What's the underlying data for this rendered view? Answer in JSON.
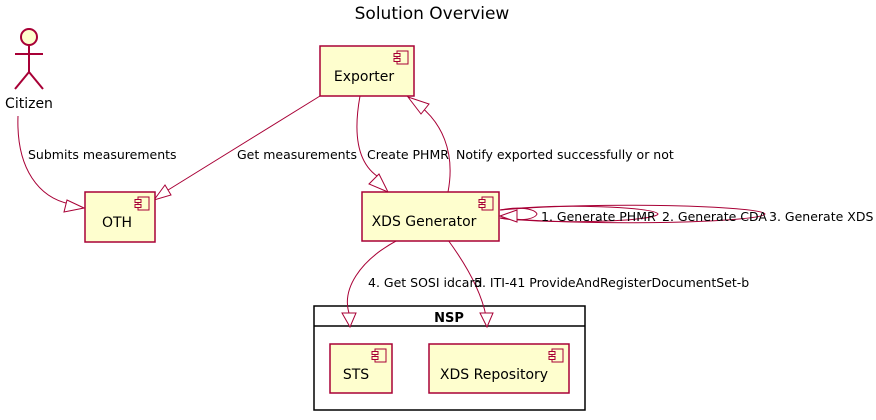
{
  "title": "Solution Overview",
  "colors": {
    "component_fill": "#FEFECE",
    "border": "#A80036",
    "edge": "#A80036",
    "text": "#000000"
  },
  "actors": {
    "citizen": "Citizen"
  },
  "components": {
    "exporter": "Exporter",
    "oth": "OTH",
    "xds_generator": "XDS Generator",
    "sts": "STS",
    "xds_repository": "XDS Repository"
  },
  "packages": {
    "nsp": "NSP"
  },
  "edges": {
    "citizen_oth": "Submits measurements",
    "exporter_oth": "Get measurements",
    "exporter_xdsgen": "Create PHMR",
    "xdsgen_exporter": "Notify exported successfully or not",
    "self_1": "1. Generate PHMR",
    "self_2": "2. Generate CDA",
    "self_3": "3. Generate XDS",
    "xdsgen_sts": "4. Get SOSI idcard",
    "xdsgen_repo": "5. ITI-41 ProvideAndRegisterDocumentSet-b"
  }
}
